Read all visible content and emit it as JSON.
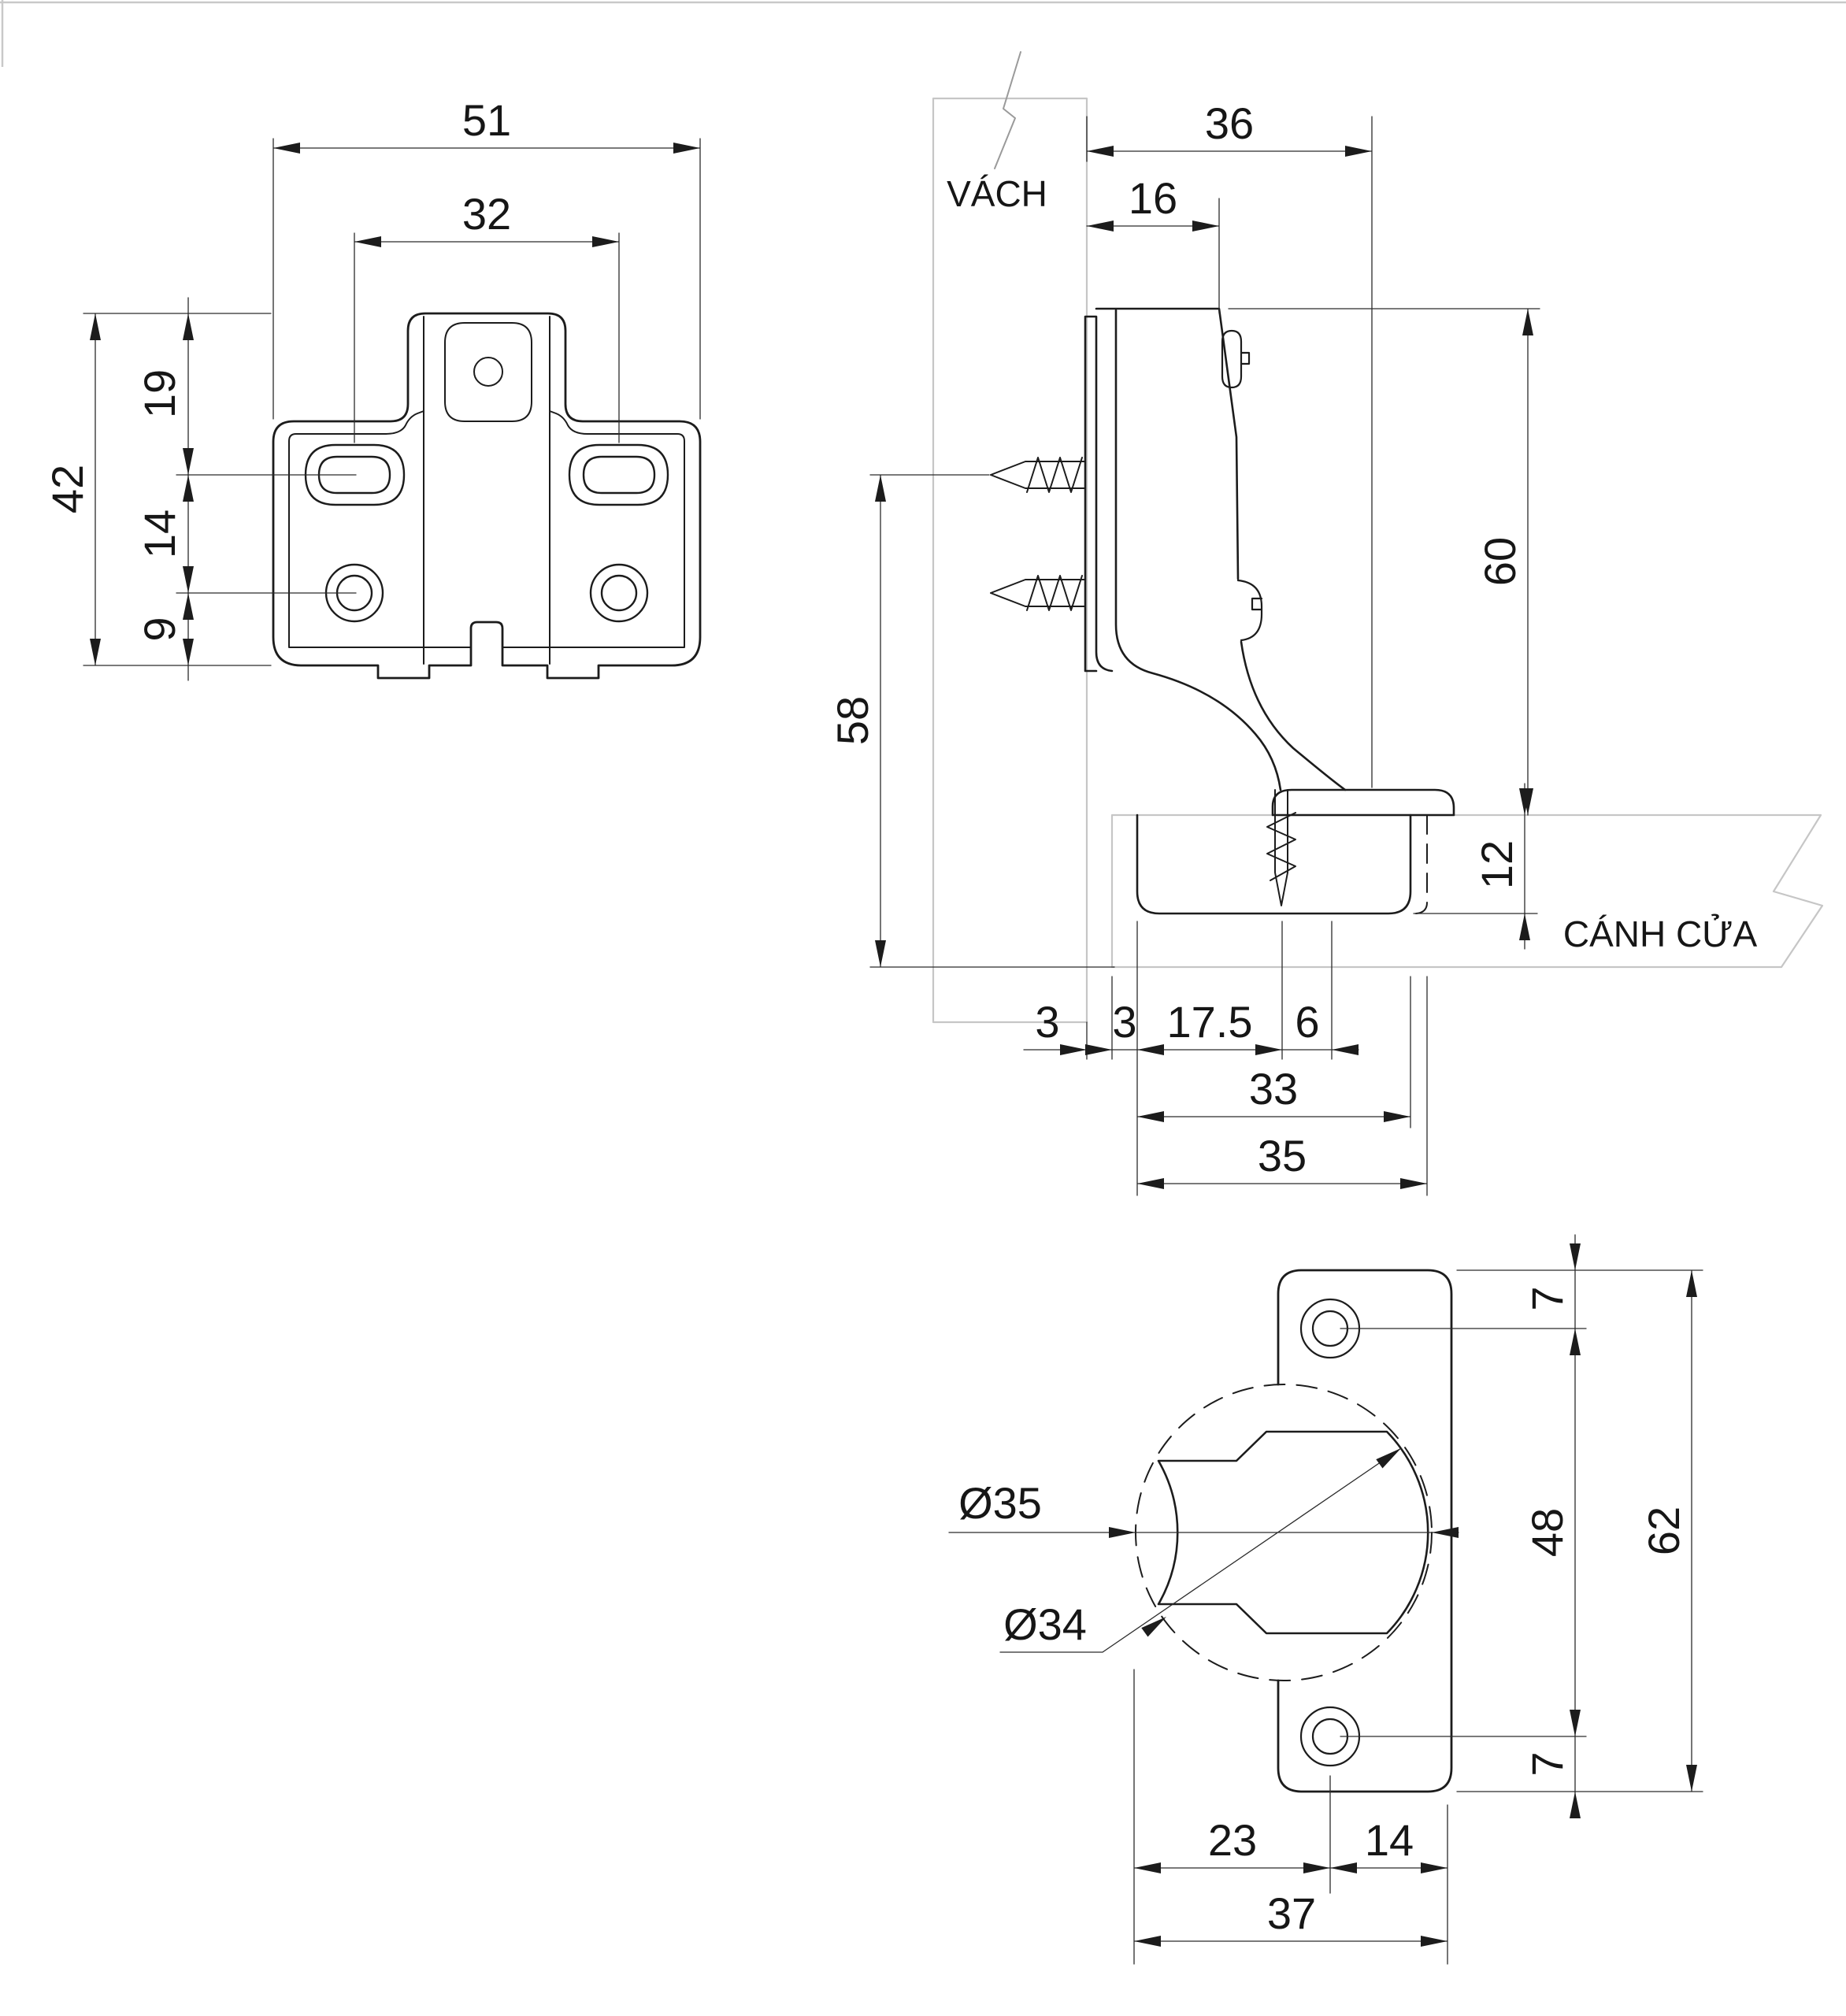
{
  "drawing": {
    "front_view": {
      "width": "51",
      "slot_spacing": "32",
      "height": "42",
      "top_to_slot": "19",
      "slot_to_hole": "14",
      "hole_to_bottom": "9"
    },
    "side_view": {
      "wall_label": "VÁCH",
      "door_label": "CÁNH CỬA",
      "mount_depth": "36",
      "plate_offset": "16",
      "overall_height": "60",
      "screw_to_door_bottom": "58",
      "cup_depth": "12",
      "wall_to_door_gap": "3",
      "door_to_cup_gap": "3",
      "cup_edge_to_screw": "17.5",
      "screw_to_center": "6",
      "cup_width": "33",
      "cup_hole_width": "35"
    },
    "bottom_view": {
      "cup_hole_dia": "Ø35",
      "cup_body_dia": "Ø34",
      "top_edge_to_hole": "7",
      "hole_spacing": "48",
      "bottom_edge_to_hole": "7",
      "plate_length": "62",
      "left_to_hole": "23",
      "hole_to_edge": "14",
      "plate_width": "37"
    }
  }
}
